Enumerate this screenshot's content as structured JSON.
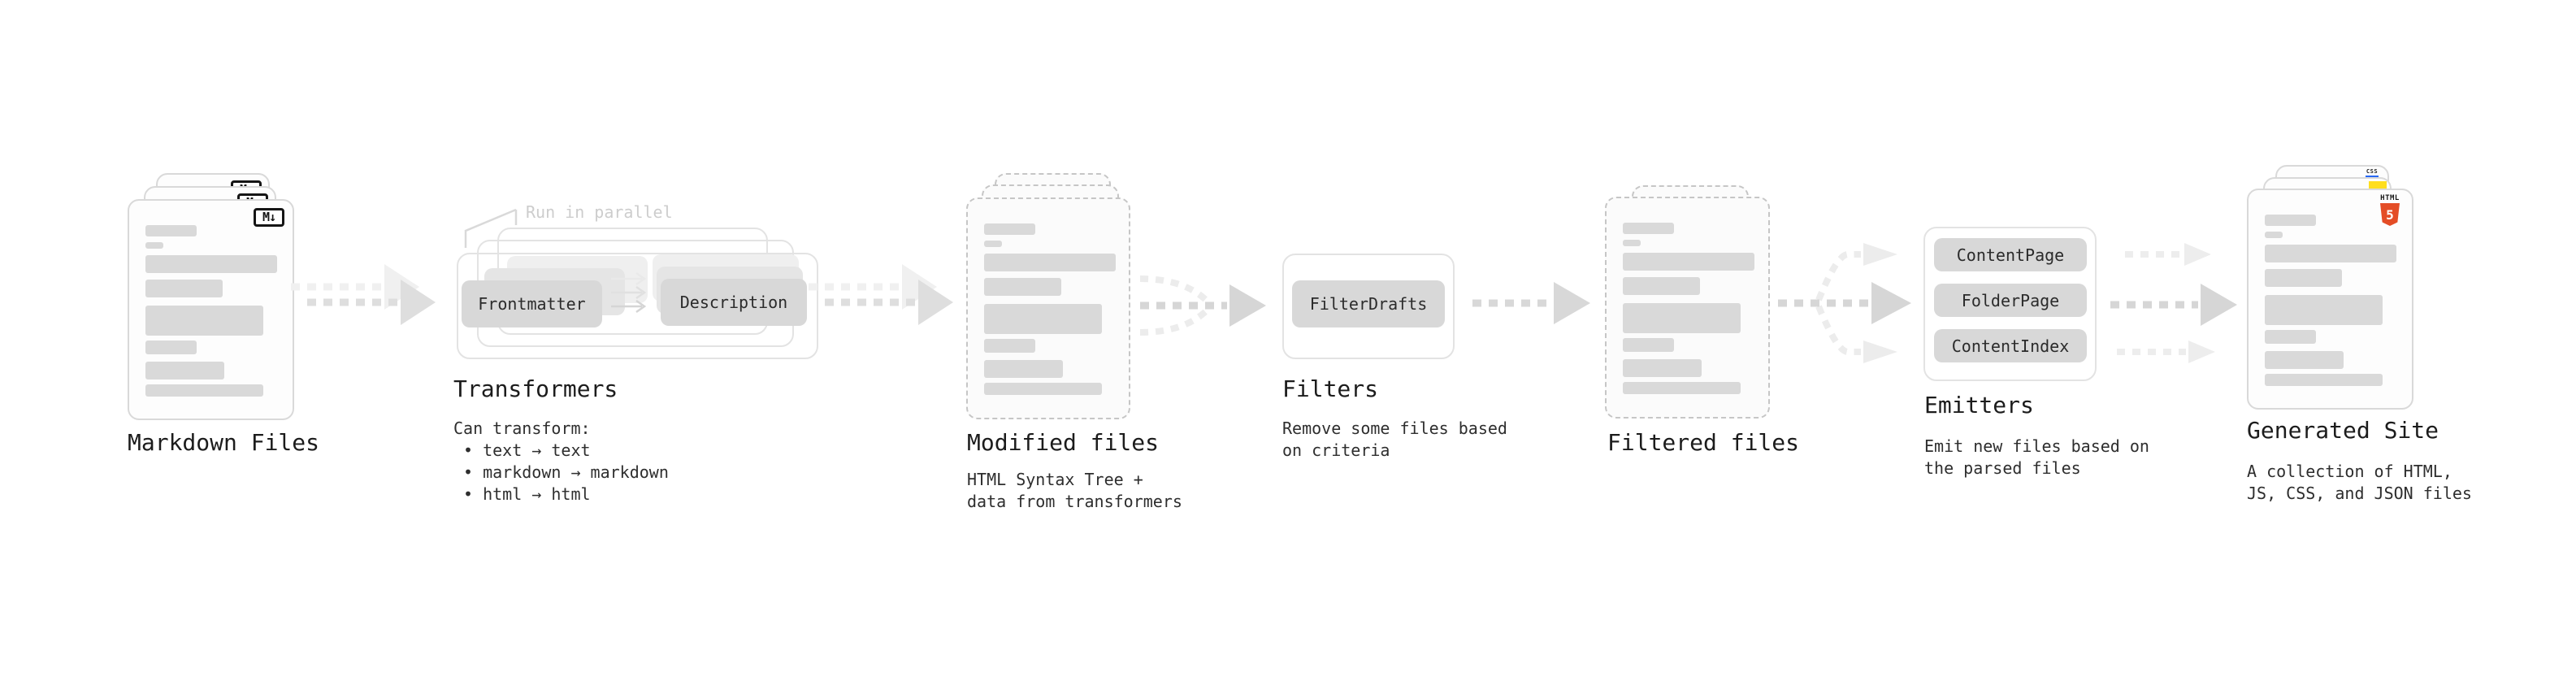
{
  "palette": {
    "html5_orange": "#e44d26",
    "js_yellow": "#ffde1e",
    "css_blue": "#2767f4",
    "skeleton_gray": "#d9d9d9",
    "arrow_gray": "#d6d6d6",
    "arrow_faint": "#ededed",
    "annotation_gray": "#cdcdcd"
  },
  "markdown_files": {
    "title": "Markdown Files",
    "badge": "M↓"
  },
  "transformers": {
    "title": "Transformers",
    "annotation": "Run in parallel",
    "node_frontmatter": "Frontmatter",
    "node_description": "Description",
    "desc_heading": "Can transform:",
    "bullet_text": "• text → text",
    "bullet_markdown": "• markdown → markdown",
    "bullet_html": "• html → html"
  },
  "modified_files": {
    "title": "Modified files",
    "desc_line1": "HTML Syntax Tree +",
    "desc_line2": "data from transformers"
  },
  "filters": {
    "title": "Filters",
    "node_filterdrafts": "FilterDrafts",
    "desc_line1": "Remove some files based",
    "desc_line2": "on criteria"
  },
  "filtered_files": {
    "title": "Filtered files"
  },
  "emitters": {
    "title": "Emitters",
    "node_contentpage": "ContentPage",
    "node_folderpage": "FolderPage",
    "node_contentindex": "ContentIndex",
    "desc_line1": "Emit new files based on",
    "desc_line2": "the parsed files"
  },
  "generated_site": {
    "title": "Generated Site",
    "desc_line1": "A collection of HTML,",
    "desc_line2": "JS, CSS, and JSON files",
    "badge_html_word": "HTML",
    "badge_html_number": "5",
    "badge_css_word": "CSS"
  }
}
